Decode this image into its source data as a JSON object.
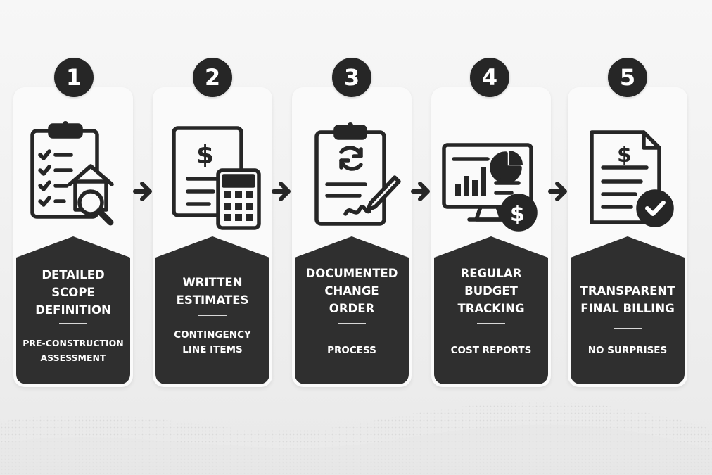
{
  "steps": [
    {
      "number": "1",
      "title": "Detailed\nScope\nDefinition",
      "subtitle": "Pre-Construction\nAssessment",
      "icon": "clipboard-house-search-icon"
    },
    {
      "number": "2",
      "title": "Written\nEstimates",
      "subtitle": "Contingency\nLine Items",
      "icon": "invoice-calculator-icon"
    },
    {
      "number": "3",
      "title": "Documented\nChange\nOrder",
      "subtitle": "Process",
      "icon": "clipboard-signature-icon"
    },
    {
      "number": "4",
      "title": "Regular\nBudget\nTracking",
      "subtitle": "Cost Reports",
      "icon": "monitor-chart-dollar-icon"
    },
    {
      "number": "5",
      "title": "Transparent\nFinal Billing",
      "subtitle": "No Surprises",
      "icon": "invoice-checkmark-icon"
    }
  ],
  "colors": {
    "dark": "#2f2f2f",
    "badge": "#262626",
    "card": "#fafafa",
    "background": "#f2f2f2"
  }
}
